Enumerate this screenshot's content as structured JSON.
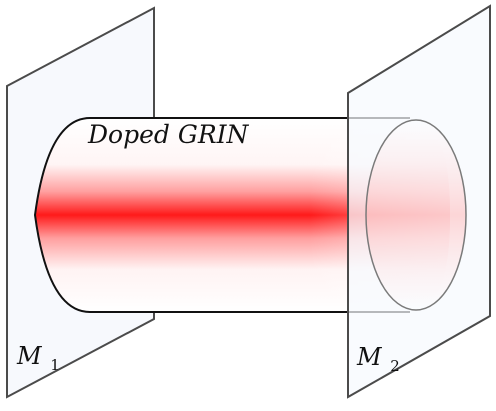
{
  "fiber": {
    "label": "Doped GRIN"
  },
  "mirrors": [
    {
      "label": "M",
      "subscript": "1"
    },
    {
      "label": "M",
      "subscript": "2"
    }
  ],
  "colors": {
    "mirror_fill": "#f7f9fd",
    "mirror_stroke": "#4b4b4b",
    "core_color": "#ff1a1a",
    "edge_color": "#ffffff",
    "fiber_outline": "#111111"
  }
}
